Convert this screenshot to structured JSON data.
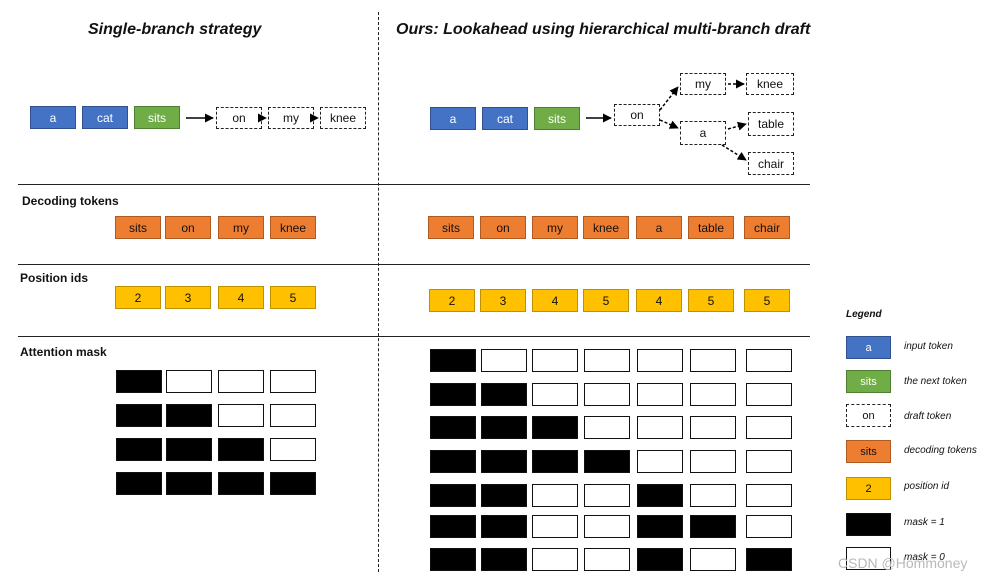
{
  "titles": {
    "left": "Single-branch strategy",
    "right": "Ours: Lookahead using hierarchical multi-branch draft"
  },
  "sections": {
    "decoding": "Decoding tokens",
    "position": "Position ids",
    "attention": "Attention mask"
  },
  "left_input": [
    "a",
    "cat",
    "sits"
  ],
  "left_draft": [
    "on",
    "my",
    "knee"
  ],
  "right_input": [
    "a",
    "cat",
    "sits"
  ],
  "right_draft_tree": {
    "root": "on",
    "branch_a": [
      "my",
      "knee"
    ],
    "branch_b": [
      "a",
      "table",
      "chair"
    ]
  },
  "left_decoding": [
    "sits",
    "on",
    "my",
    "knee"
  ],
  "right_decoding": [
    "sits",
    "on",
    "my",
    "knee",
    "a",
    "table",
    "chair"
  ],
  "left_positions": [
    "2",
    "3",
    "4",
    "5"
  ],
  "right_positions": [
    "2",
    "3",
    "4",
    "5",
    "4",
    "5",
    "5"
  ],
  "left_mask": [
    [
      1,
      0,
      0,
      0
    ],
    [
      1,
      1,
      0,
      0
    ],
    [
      1,
      1,
      1,
      0
    ],
    [
      1,
      1,
      1,
      1
    ]
  ],
  "right_mask": [
    [
      1,
      0,
      0,
      0,
      0,
      0,
      0
    ],
    [
      1,
      1,
      0,
      0,
      0,
      0,
      0
    ],
    [
      1,
      1,
      1,
      0,
      0,
      0,
      0
    ],
    [
      1,
      1,
      1,
      1,
      0,
      0,
      0
    ],
    [
      1,
      1,
      0,
      0,
      1,
      0,
      0
    ],
    [
      1,
      1,
      0,
      0,
      1,
      1,
      0
    ],
    [
      1,
      1,
      0,
      0,
      1,
      0,
      1
    ]
  ],
  "legend": {
    "title": "Legend",
    "items": [
      {
        "sample": "a",
        "label": "input token"
      },
      {
        "sample": "sits",
        "label": "the next token"
      },
      {
        "sample": "on",
        "label": "draft token"
      },
      {
        "sample": "sits",
        "label": "decoding tokens"
      },
      {
        "sample": "2",
        "label": "position id"
      },
      {
        "sample": "",
        "label": "mask = 1"
      },
      {
        "sample": "",
        "label": "mask = 0"
      }
    ]
  },
  "watermark": "CSDN @Hommoney",
  "colors": {
    "input": "#4472c4",
    "next": "#70ad47",
    "decoding": "#ed7d31",
    "position": "#ffc000",
    "mask_on": "#000000",
    "mask_off": "#ffffff"
  }
}
